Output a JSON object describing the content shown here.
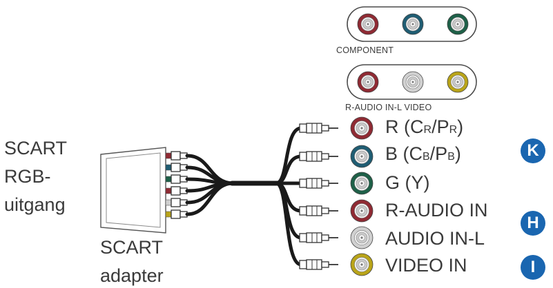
{
  "colors": {
    "red": "#8f2a33",
    "blue": "#1f5d73",
    "green": "#1e6048",
    "white": "#d0d0d0",
    "yellow": "#b9a419",
    "badge": "#1a66b0",
    "cable": "#1a1a1a"
  },
  "left_label": {
    "line1": "SCART",
    "line2": "RGB-",
    "line3": "uitgang"
  },
  "adapter_label": {
    "line1": "SCART",
    "line2": "adapter"
  },
  "panels": {
    "component": {
      "label": "COMPONENT",
      "jacks": [
        "red",
        "blue",
        "green"
      ]
    },
    "av": {
      "label": "R-AUDIO IN-L VIDEO",
      "jacks": [
        "red",
        "white",
        "yellow"
      ]
    }
  },
  "connectors": [
    {
      "color": "red",
      "label_main": "R (C",
      "label_sub1": "R",
      "label_mid": "/P",
      "label_sub2": "R",
      "label_end": ")"
    },
    {
      "color": "blue",
      "label_main": "B (C",
      "label_sub1": "B",
      "label_mid": "/P",
      "label_sub2": "B",
      "label_end": ")"
    },
    {
      "color": "green",
      "label_main": "G (Y)"
    },
    {
      "color": "red",
      "label_main": "R-AUDIO IN"
    },
    {
      "color": "white",
      "label_main": "AUDIO IN-L"
    },
    {
      "color": "yellow",
      "label_main": "VIDEO IN"
    }
  ],
  "badges": [
    {
      "letter": "K"
    },
    {
      "letter": "H"
    },
    {
      "letter": "I"
    }
  ]
}
